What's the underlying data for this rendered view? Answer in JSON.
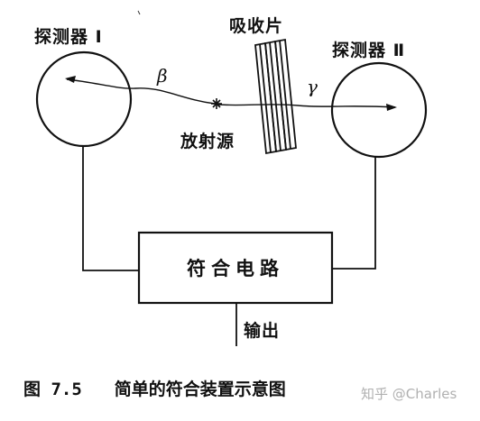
{
  "labels": {
    "detector_1": "探测器 I",
    "detector_2": "探测器 Ⅱ",
    "absorber": "吸收片",
    "source": "放射源",
    "beta": "β",
    "gamma": "γ",
    "coincidence_circuit": "符合电路",
    "output": "输出"
  },
  "caption": {
    "figure_number": "图 7.5",
    "title": "简单的符合装置示意图"
  },
  "watermark": "知乎 @Charles",
  "colors": {
    "ink": "#111111",
    "background": "#ffffff",
    "watermark": "#b0b0b0"
  }
}
